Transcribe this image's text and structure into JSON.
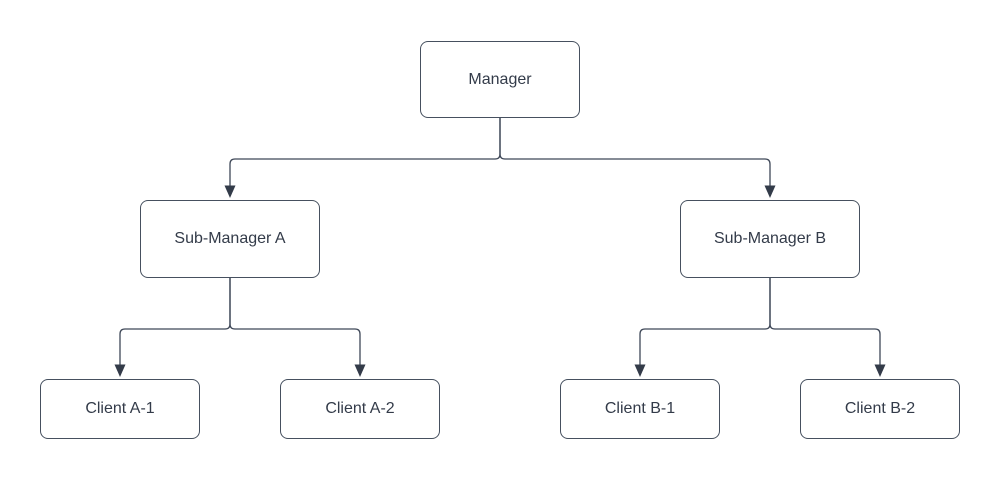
{
  "diagram": {
    "type": "org-chart",
    "background_color": "#ffffff",
    "box_fill_color": "#ffffff",
    "line_color": "#3e4757",
    "text_color": "#333b49",
    "nodes": [
      {
        "id": "manager",
        "label": "Manager",
        "level": 1
      },
      {
        "id": "sub-manager-a",
        "label": "Sub-Manager A",
        "level": 2
      },
      {
        "id": "sub-manager-b",
        "label": "Sub-Manager B",
        "level": 2
      },
      {
        "id": "client-a-1",
        "label": "Client A-1",
        "level": 3
      },
      {
        "id": "client-a-2",
        "label": "Client A-2",
        "level": 3
      },
      {
        "id": "client-b-1",
        "label": "Client B-1",
        "level": 3
      },
      {
        "id": "client-b-2",
        "label": "Client B-2",
        "level": 3
      }
    ],
    "edges": [
      {
        "from": "manager",
        "to": "sub-manager-a",
        "arrow": "filled-triangle"
      },
      {
        "from": "manager",
        "to": "sub-manager-b",
        "arrow": "filled-triangle"
      },
      {
        "from": "sub-manager-a",
        "to": "client-a-1",
        "arrow": "filled-triangle"
      },
      {
        "from": "sub-manager-a",
        "to": "client-a-2",
        "arrow": "filled-triangle"
      },
      {
        "from": "sub-manager-b",
        "to": "client-b-1",
        "arrow": "filled-triangle"
      },
      {
        "from": "sub-manager-b",
        "to": "client-b-2",
        "arrow": "filled-triangle"
      }
    ]
  }
}
